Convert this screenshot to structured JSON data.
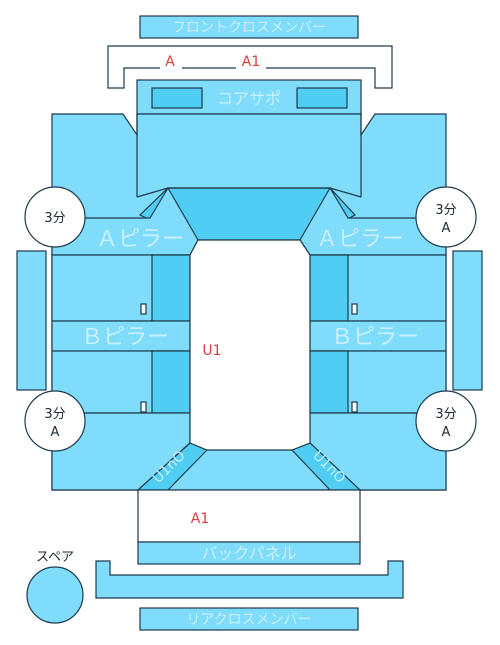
{
  "parts": {
    "front_cross_member": "フロントクロスメンバー",
    "core_support": "コアサポ",
    "a_pillar_left": "Ａピラー",
    "a_pillar_right": "Ａピラー",
    "b_pillar_left": "Ｂピラー",
    "b_pillar_right": "Ｂピラー",
    "back_panel": "バックパネル",
    "rear_cross_member": "リアクロスメンバー",
    "spare": "スペア"
  },
  "marks": {
    "front_a": "A",
    "front_a1": "A1",
    "center_u1": "U1",
    "rear_a1": "A1"
  },
  "circles": {
    "top_left": {
      "line1": "3分",
      "line2": ""
    },
    "top_right": {
      "line1": "3分",
      "line2": "A"
    },
    "bottom_left": {
      "line1": "3分",
      "line2": "A"
    },
    "bottom_right": {
      "line1": "3分",
      "line2": "A"
    }
  },
  "colors": {
    "panel": "#7fdcfb",
    "panel_dark": "#4fcdf2",
    "outline": "#1d3a4d",
    "mark": "#e23b3b"
  }
}
